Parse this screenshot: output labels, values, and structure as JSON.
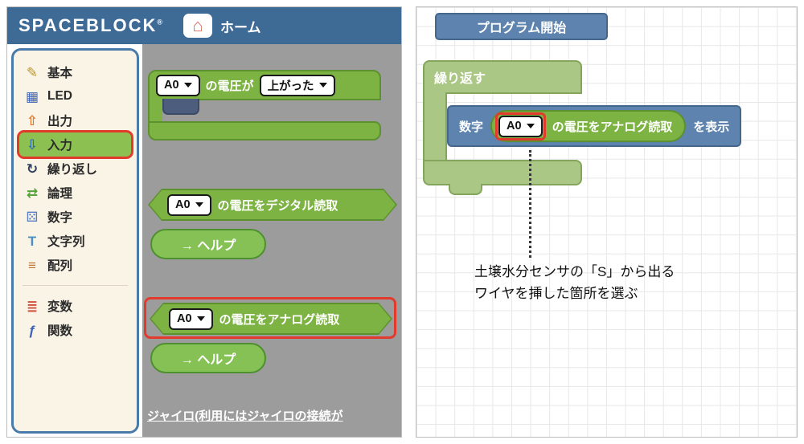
{
  "header": {
    "logo": "SPACEBLOCK",
    "registered_mark": "®",
    "home_icon": "⌂",
    "home_label": "ホーム"
  },
  "sidebar": {
    "groups": [
      {
        "items": [
          {
            "label": "基本",
            "icon": "✎"
          },
          {
            "label": "LED",
            "icon": "▦"
          },
          {
            "label": "出力",
            "icon": "⇧"
          },
          {
            "label": "入力",
            "icon": "⇩",
            "selected": true
          },
          {
            "label": "繰り返し",
            "icon": "↻"
          },
          {
            "label": "論理",
            "icon": "⇄"
          },
          {
            "label": "数字",
            "icon": "⚄"
          },
          {
            "label": "文字列",
            "icon": "T"
          },
          {
            "label": "配列",
            "icon": "≡"
          }
        ]
      },
      {
        "items": [
          {
            "label": "変数",
            "icon": "≣"
          },
          {
            "label": "関数",
            "icon": "ƒ"
          }
        ]
      }
    ]
  },
  "palette": {
    "event_block": {
      "pin": "A0",
      "text": "の電圧が",
      "direction": "上がった"
    },
    "digital_block": {
      "pin": "A0",
      "text": "の電圧をデジタル読取"
    },
    "analog_block": {
      "pin": "A0",
      "text": "の電圧をアナログ読取"
    },
    "help_label": "→ ヘルプ",
    "footer_text": "ジャイロ(利用にはジャイロの接続が"
  },
  "program": {
    "start_label": "プログラム開始",
    "repeat_label": "繰り返す",
    "number_label": "数字",
    "pin": "A0",
    "analog_text": "の電圧をアナログ読取",
    "display_label": "を表示",
    "annotation_line1": "土壌水分センサの「S」から出る",
    "annotation_line2": "ワイヤを挿した箇所を選ぶ"
  },
  "colors": {
    "header_bg": "#3e6a96",
    "workspace_bg": "#9c9c9c",
    "sidebar_bg": "#faf4e6",
    "sidebar_border": "#4a7aa9",
    "block_green": "#7db343",
    "block_green_border": "#5c9130",
    "repeat_green": "#abc786",
    "block_blue": "#5d83ae",
    "block_blue_border": "#46678c",
    "highlight_red": "#e23b2e",
    "selected_green": "#8cc152"
  }
}
